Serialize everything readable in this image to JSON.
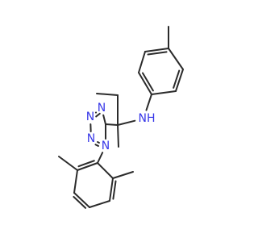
{
  "molecule": {
    "atom_labels": [
      {
        "id": "n_ring_1",
        "text": "N",
        "color": "#3838e8"
      },
      {
        "id": "n_ring_2",
        "text": "N",
        "color": "#3838e8"
      },
      {
        "id": "n_ring_3",
        "text": "N",
        "color": "#3838e8"
      },
      {
        "id": "n_ring_4",
        "text": "N",
        "color": "#3838e8"
      },
      {
        "id": "nh_group",
        "text": "NH",
        "color": "#3838e8"
      }
    ],
    "bond_color": "#2b2b2b",
    "background_color": "#ffffff"
  }
}
